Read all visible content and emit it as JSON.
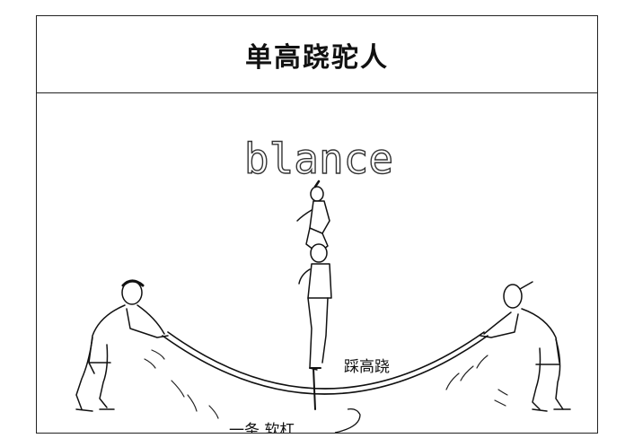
{
  "title": "单高跷驼人",
  "headline_word": "blance",
  "labels": {
    "stilt": "踩高跷",
    "pole": "一条 软杠"
  },
  "colors": {
    "ink": "#111111",
    "border": "#222222",
    "background": "#ffffff"
  }
}
